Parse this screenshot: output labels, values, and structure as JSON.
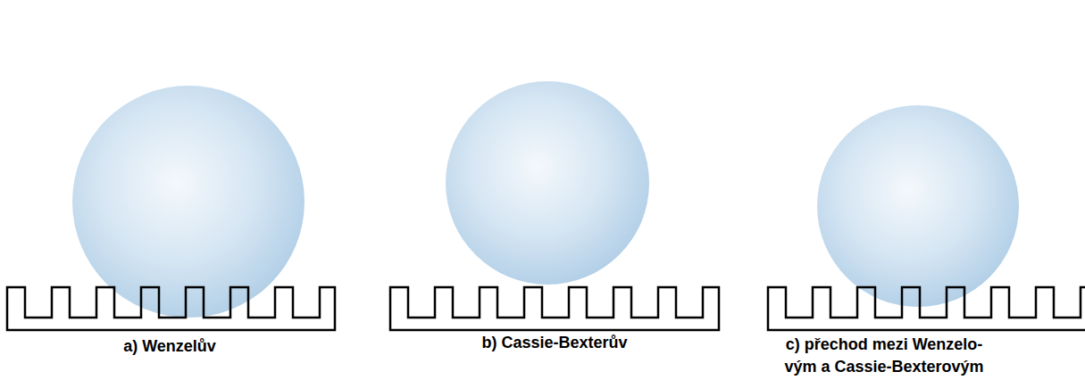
{
  "diagram": {
    "labels": [
      "a) Wenzelův",
      "b) Cassie-Bexterův",
      "c) přechod mezi Wenzelo- vým a Cassie-Bexterovým"
    ]
  }
}
